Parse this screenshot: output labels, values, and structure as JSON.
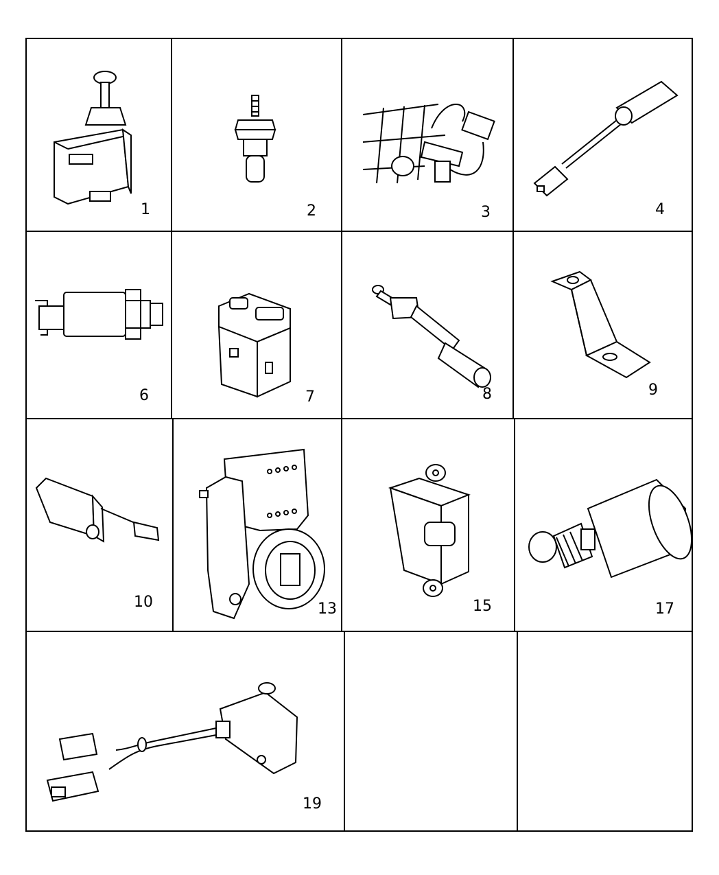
{
  "diagram": {
    "cells": [
      {
        "id": "c1",
        "label": "1",
        "part": "brake-lamp-switch"
      },
      {
        "id": "c2",
        "label": "2",
        "part": "pressure-sender"
      },
      {
        "id": "c3",
        "label": "3",
        "part": "bracket-mounted-sensor-with-pigtail"
      },
      {
        "id": "c4",
        "label": "4",
        "part": "sensor-with-lead-and-connector"
      },
      {
        "id": "c6",
        "label": "6",
        "part": "threaded-pressure-switch"
      },
      {
        "id": "c7",
        "label": "7",
        "part": "rocker-switch"
      },
      {
        "id": "c8",
        "label": "8",
        "part": "plunger-switch-with-connector"
      },
      {
        "id": "c9",
        "label": "9",
        "part": "mounting-bracket"
      },
      {
        "id": "c10",
        "label": "10",
        "part": "module-with-lead"
      },
      {
        "id": "c13",
        "label": "13",
        "part": "ignition-switch-housing"
      },
      {
        "id": "c15",
        "label": "15",
        "part": "window-switch"
      },
      {
        "id": "c17",
        "label": "17",
        "part": "knob-switch"
      },
      {
        "id": "c19",
        "label": "19",
        "part": "switch-with-harness"
      },
      {
        "id": "c20",
        "label": "",
        "part": ""
      },
      {
        "id": "c21",
        "label": "",
        "part": ""
      }
    ]
  }
}
